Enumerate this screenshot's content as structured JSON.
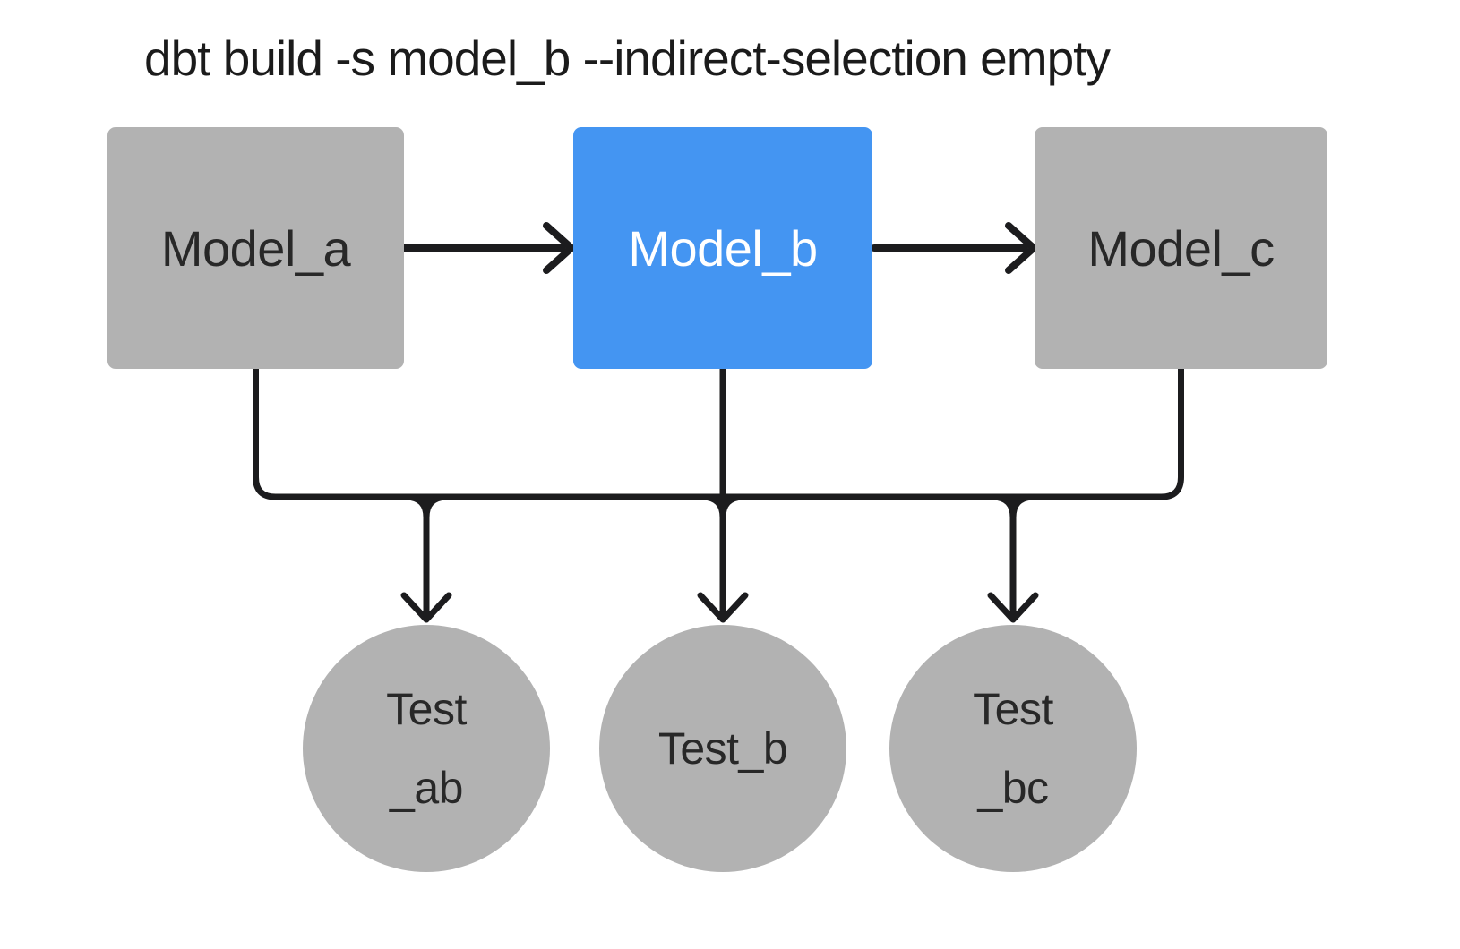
{
  "title": "dbt build -s model_b --indirect-selection empty",
  "colors": {
    "background": "#ffffff",
    "node_gray": "#b2b2b2",
    "selected_blue": "#4495f2",
    "edge_black": "#1c1c1e",
    "text_dark": "#282828",
    "text_on_blue": "#ffffff"
  },
  "diagram": {
    "type": "dag",
    "models": [
      {
        "id": "model_a",
        "label": "Model_a",
        "selected": false
      },
      {
        "id": "model_b",
        "label": "Model_b",
        "selected": true
      },
      {
        "id": "model_c",
        "label": "Model_c",
        "selected": false
      }
    ],
    "tests": [
      {
        "id": "test_ab",
        "line1": "Test",
        "line2": "_ab"
      },
      {
        "id": "test_b",
        "line1": "Test_b"
      },
      {
        "id": "test_bc",
        "line1": "Test",
        "line2": "_bc"
      }
    ],
    "edges": [
      {
        "from": "model_a",
        "to": "model_b"
      },
      {
        "from": "model_b",
        "to": "model_c"
      },
      {
        "from": "model_a",
        "to": "test_ab"
      },
      {
        "from": "model_b",
        "to": "test_ab"
      },
      {
        "from": "model_b",
        "to": "test_b"
      },
      {
        "from": "model_b",
        "to": "test_bc"
      },
      {
        "from": "model_c",
        "to": "test_bc"
      }
    ]
  }
}
